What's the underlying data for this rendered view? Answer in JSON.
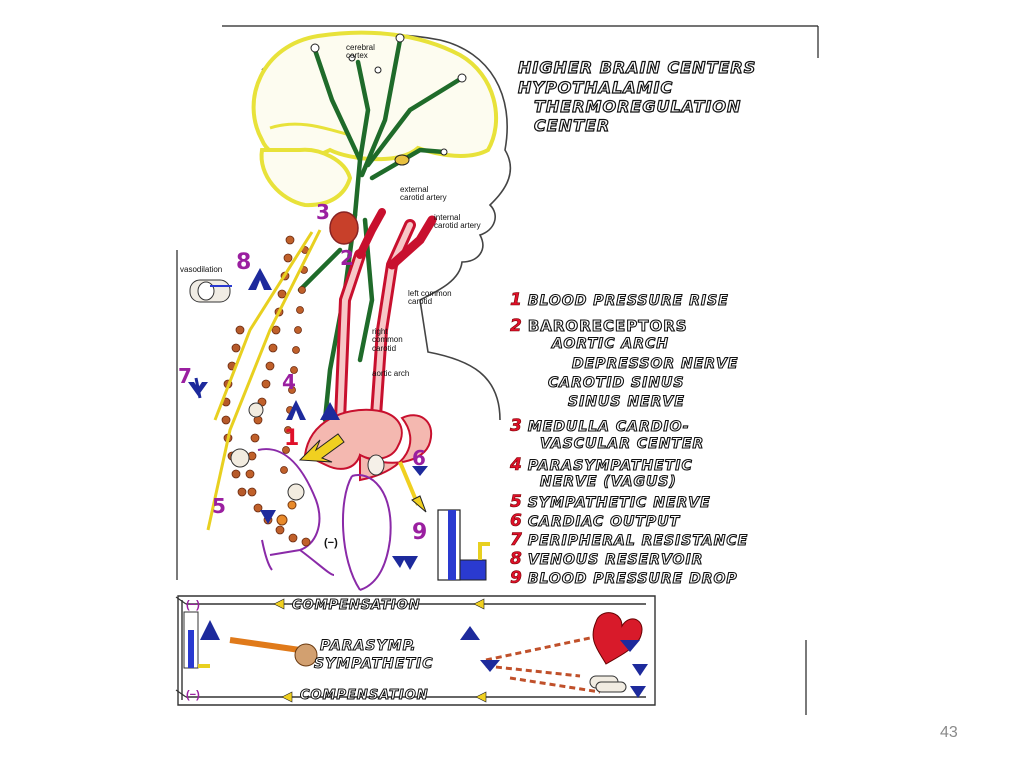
{
  "headings": {
    "higher": "HIGHER BRAIN CENTERS",
    "hypo1": "HYPOTHALAMIC",
    "hypo2": "THERMOREGULATION",
    "hypo3": "CENTER"
  },
  "key": [
    {
      "num": "1",
      "text": "BLOOD PRESSURE RISE"
    },
    {
      "num": "2",
      "text": "BARORECEPTORS"
    },
    {
      "num": "3",
      "text": "MEDULLA CARDIO-"
    },
    {
      "num": "4",
      "text": "PARASYMPATHETIC"
    },
    {
      "num": "5",
      "text": "SYMPATHETIC NERVE"
    },
    {
      "num": "6",
      "text": "CARDIAC OUTPUT"
    },
    {
      "num": "7",
      "text": "PERIPHERAL RESISTANCE"
    },
    {
      "num": "8",
      "text": "VENOUS RESERVOIR"
    },
    {
      "num": "9",
      "text": "BLOOD PRESSURE DROP"
    }
  ],
  "key_sub": {
    "aortic_arch": "AORTIC ARCH",
    "depressor": "DEPRESSOR NERVE",
    "carotid_sinus": "CAROTID SINUS",
    "sinus_nerve": "SINUS NERVE",
    "vascular_center": "VASCULAR CENTER",
    "nerve_vagus": "NERVE (VAGUS)"
  },
  "anatomy": {
    "cerebral_cortex": "cerebral cortex",
    "external_carotid": "external carotid artery",
    "internal_carotid": "internal carotid artery",
    "left_common_carotid": "left common carotid",
    "right_common_carotid": "right common carotid",
    "aortic_arch": "aortic arch",
    "vasodilation": "vasodilation"
  },
  "figure_numbers": [
    "1",
    "2",
    "3",
    "4",
    "5",
    "6",
    "7",
    "8",
    "9"
  ],
  "bottom": {
    "compensation_top": "COMPENSATION",
    "compensation_bottom": "COMPENSATION",
    "parasymp": "PARASYMP.",
    "sympathetic": "SYMPATHETIC",
    "minus_top": "(−)",
    "minus_bottom": "(−)",
    "minus_body": "(−)"
  },
  "page_number": "43",
  "colors": {
    "brain_outline": "#e8e23a",
    "nerve_green": "#1f6b2a",
    "artery_red": "#c8102e",
    "nerve_orange": "#e07a1a",
    "arrow_blue": "#1d2a9c",
    "number_red": "#e0102a",
    "number_magenta": "#9a1fa0",
    "body_purple": "#8a2aa8"
  }
}
